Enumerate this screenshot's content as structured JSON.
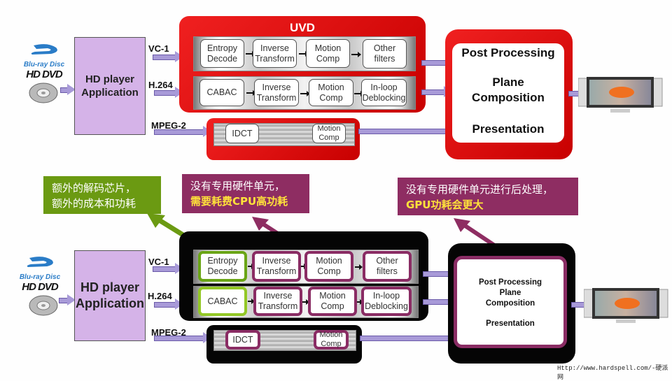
{
  "media_logos": {
    "bluray": "Blu-ray Disc",
    "hddvd": "HD DVD"
  },
  "app_label_line1": "HD player",
  "app_label_line2": "Application",
  "codecs": {
    "vc1": "VC-1",
    "h264": "H.264",
    "mpeg2": "MPEG-2"
  },
  "uvd_title": "UVD",
  "pipelines": {
    "vc1": [
      {
        "line1": "Entropy",
        "line2": "Decode"
      },
      {
        "line1": "Inverse",
        "line2": "Transform"
      },
      {
        "line1": "Motion",
        "line2": "Comp"
      },
      {
        "line1": "Other",
        "line2": "filters"
      }
    ],
    "h264": [
      {
        "line1": "CABAC",
        "line2": ""
      },
      {
        "line1": "Inverse",
        "line2": "Transform"
      },
      {
        "line1": "Motion",
        "line2": "Comp"
      },
      {
        "line1": "In-loop",
        "line2": "Deblocking"
      }
    ],
    "mpeg2": [
      {
        "line1": "IDCT",
        "line2": ""
      },
      {
        "line1": "Motion",
        "line2": "Comp"
      }
    ]
  },
  "post_box_top": {
    "line1": "Post Processing",
    "line2": "Plane",
    "line3": "Composition",
    "line4": "Presentation"
  },
  "post_box_bottom": {
    "line1": "Post Processing",
    "line2": "Plane",
    "line3": "Composition",
    "line4": "Presentation"
  },
  "callouts": {
    "green": {
      "line1": "额外的解码芯片，",
      "line2": "额外的成本和功耗",
      "color": "#6b9a12"
    },
    "purple_mid": {
      "line1": "没有专用硬件单元，",
      "line2": "需要耗费CPU高功耗",
      "color": "#8e2d62"
    },
    "purple_right": {
      "line1": "没有专用硬件单元进行后处理，",
      "line2": "GPU功耗会更大",
      "color": "#8e2d62"
    }
  },
  "colors": {
    "uvd_red": "#e01010",
    "highlight_yellow": "#ffe23a",
    "arrow_lavender": "#a89ad8",
    "app_box": "#d5b3e8"
  },
  "footer_url": "Http://www.hardspell.com/-硬派网"
}
